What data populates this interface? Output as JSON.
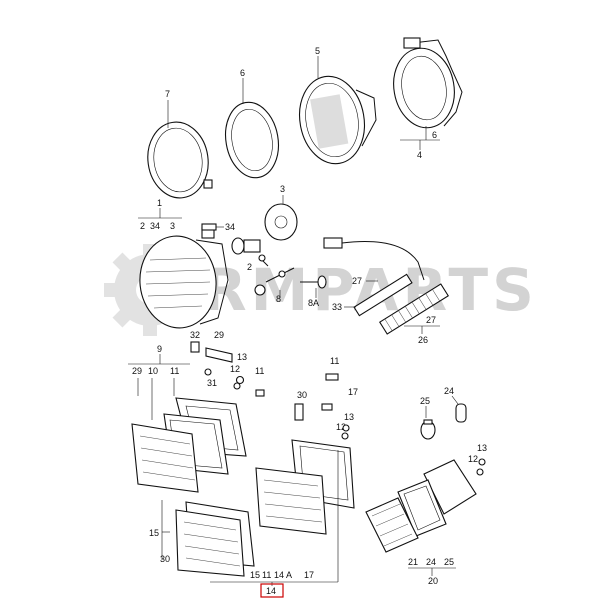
{
  "watermark": {
    "text": "RMPARTS",
    "color": "#d3d3d3"
  },
  "highlight_color": "#cc0000",
  "callouts": {
    "c7": "7",
    "c6": "6",
    "c5": "5",
    "c6b": "6",
    "c4": "4",
    "c1": "1",
    "c2": "2",
    "c34": "34",
    "c3": "3",
    "c34b": "34",
    "c3b": "3",
    "c2b": "2",
    "c8": "8",
    "c8a": "8A",
    "c27": "27",
    "c33": "33",
    "c27b": "27",
    "c26": "26",
    "c32": "32",
    "c29": "29",
    "c9": "9",
    "c29b": "29",
    "c10": "10",
    "c11": "11",
    "c13a": "13",
    "c12a": "12",
    "c31": "31",
    "c11a": "11",
    "c11b": "11",
    "c17": "17",
    "c30a": "30",
    "c13b": "13",
    "c12b": "12",
    "c25": "25",
    "c24": "24",
    "c13c": "13",
    "c12c": "12",
    "c15": "15",
    "c30": "30",
    "c15b": "15",
    "c11c": "11",
    "c14a": "14 A",
    "c17b": "17",
    "c21": "21",
    "c24b": "24",
    "c25b": "25",
    "c20": "20",
    "c14": "14"
  }
}
